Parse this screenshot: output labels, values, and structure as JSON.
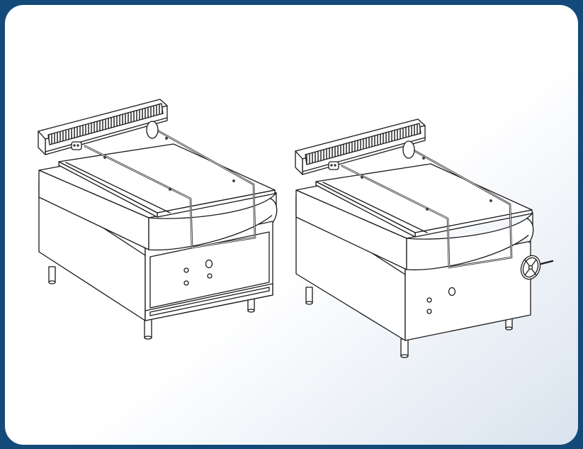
{
  "colors": {
    "frame_border": "#134a7a",
    "background_light": "#ffffff",
    "background_tint": "#dde6f0",
    "line": "#1a1a1a",
    "fill": "#ffffff"
  },
  "illustrations": [
    {
      "name": "tilting-bratt-pan-electric",
      "tilt_control": "electric",
      "icon": "tilting-pan-icon"
    },
    {
      "name": "tilting-bratt-pan-manual",
      "tilt_control": "handwheel",
      "icon": "handwheel-icon"
    }
  ]
}
